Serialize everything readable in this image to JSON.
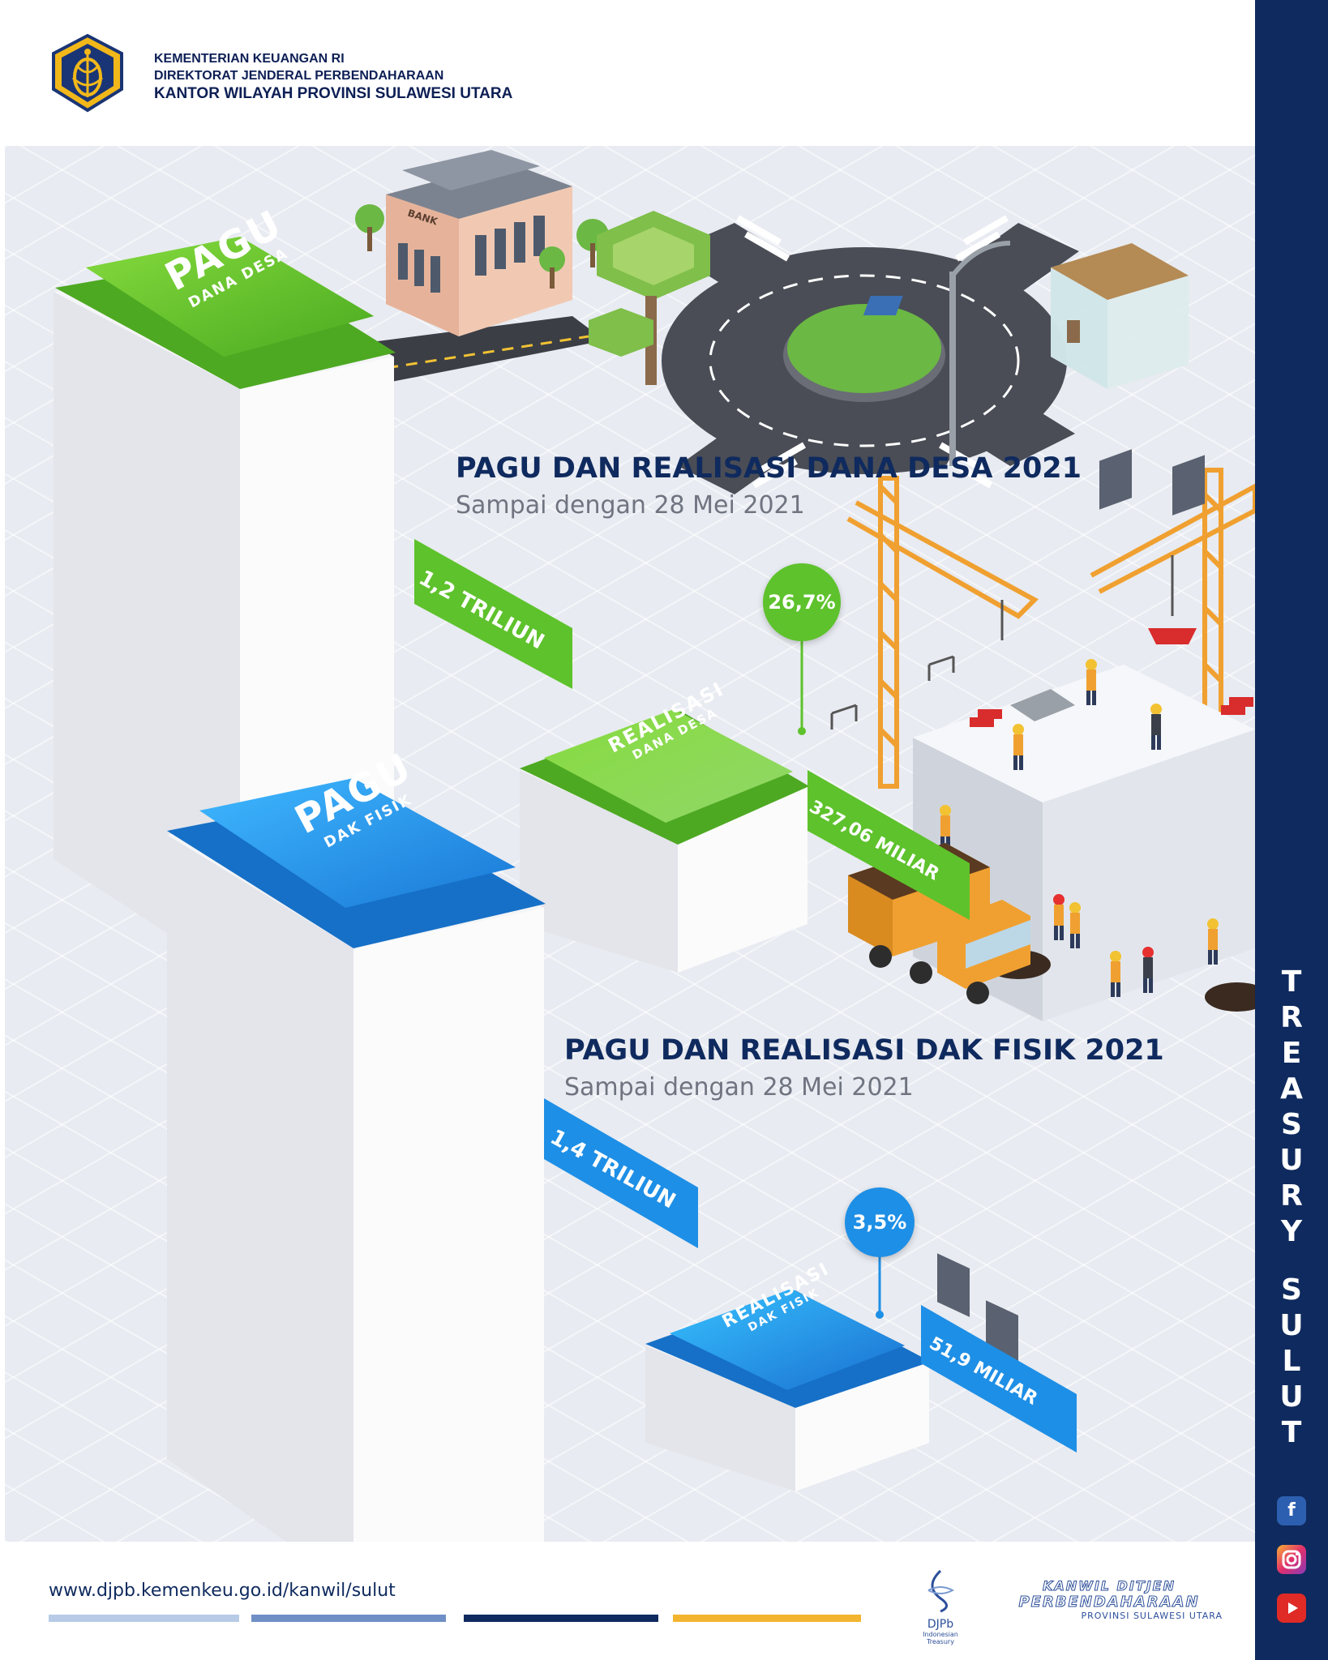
{
  "header": {
    "org_line1": "KEMENTERIAN KEUANGAN RI",
    "org_line2": "DIREKTORAT JENDERAL PERBENDAHARAAN",
    "org_line3": "KANTOR WILAYAH PROVINSI SULAWESI UTARA"
  },
  "sidebar": {
    "word1": "TREASURY",
    "word2": "SULUT",
    "social": [
      "facebook-icon",
      "instagram-icon",
      "youtube-icon"
    ],
    "color": "#0f2a5e"
  },
  "dana_desa": {
    "title": "PAGU DAN REALISASI DANA DESA 2021",
    "subtitle": "Sampai dengan 28 Mei 2021",
    "pagu_big": "PAGU",
    "pagu_small": "DANA DESA",
    "pagu_value": "1,2 TRILIUN",
    "realisasi_big": "REALISASI",
    "realisasi_small": "DANA DESA",
    "realisasi_value": "327,06 MILIAR",
    "percent": "26,7%",
    "color": "#57c22a"
  },
  "dak_fisik": {
    "title": "PAGU DAN REALISASI DAK FISIK 2021",
    "subtitle": "Sampai dengan 28 Mei 2021",
    "pagu_big": "PAGU",
    "pagu_small": "DAK FISIK",
    "pagu_value": "1,4 TRILIUN",
    "realisasi_big": "REALISASI",
    "realisasi_small": "DAK FISIK",
    "realisasi_value": "51,9 MILIAR",
    "percent": "3,5%",
    "color": "#1e8fe6"
  },
  "scene": {
    "bank_sign": "BANK"
  },
  "footer": {
    "url": "www.djpb.kemenkeu.go.id/kanwil/sulut",
    "djpb": "DJPb",
    "djpb_tag": "Indonesian Treasury",
    "kanwil1": "KANWIL DITJEN",
    "kanwil2": "PERBENDAHARAAN",
    "kanwil3": "PROVINSI SULAWESI UTARA",
    "bar_colors": [
      "#b7cbe6",
      "#6f8fc6",
      "#0f2a5e",
      "#f3b52f"
    ]
  }
}
